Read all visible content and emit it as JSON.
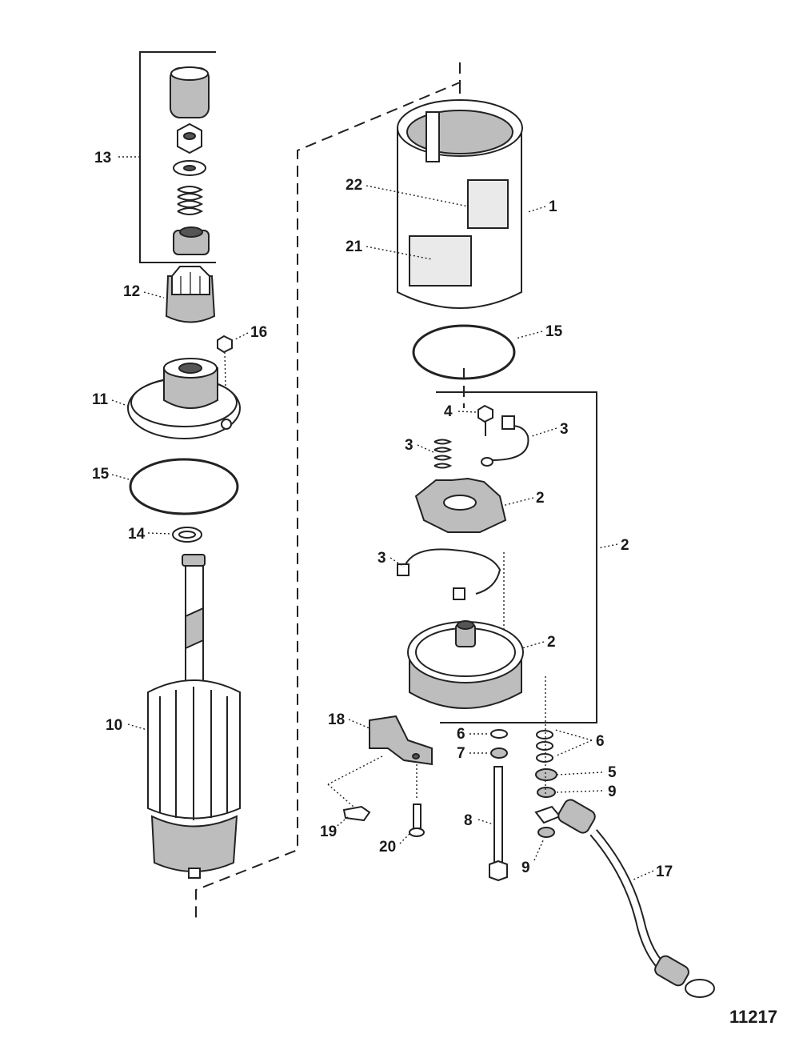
{
  "figure_id": "11217",
  "callouts": {
    "c1": "1",
    "c2a": "2",
    "c2b": "2",
    "c2c": "2",
    "c3a": "3",
    "c3b": "3",
    "c3c": "3",
    "c4": "4",
    "c5": "5",
    "c6a": "6",
    "c6b": "6",
    "c7": "7",
    "c8": "8",
    "c9a": "9",
    "c9b": "9",
    "c10": "10",
    "c11": "11",
    "c12": "12",
    "c13": "13",
    "c14": "14",
    "c15a": "15",
    "c15b": "15",
    "c16": "16",
    "c17": "17",
    "c18": "18",
    "c19": "19",
    "c20": "20",
    "c21": "21",
    "c22": "22"
  }
}
